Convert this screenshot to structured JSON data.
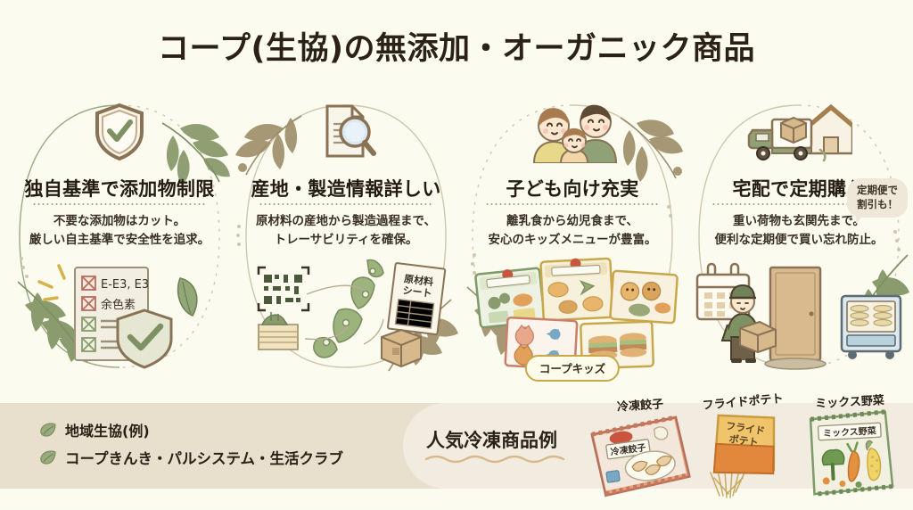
{
  "title": "コープ(生協)の無添加・オーガニック商品",
  "colors": {
    "background": "#fbfbf0",
    "bar": "#e8e0cc",
    "bar_inset": "#f2ece0",
    "text_dark": "#2b2117",
    "green": "#7d9163",
    "brown": "#8a7355",
    "gold": "#c9a84c"
  },
  "cards": [
    {
      "icon": "shield-check-icon",
      "title": "独自基準で添加物制限",
      "body_lines": [
        "不要な添加物はカット。",
        "厳しい自主基準で安全性を追求。"
      ],
      "art": "additive-checklist-art",
      "checklist_items": [
        "E-E3, E3",
        "余色素",
        "",
        ""
      ]
    },
    {
      "icon": "document-magnifier-icon",
      "title": "産地・製造情報詳しい",
      "body_lines": [
        "原材料の産地から製造過程まで、",
        "トレーサビリティを確保。"
      ],
      "art": "traceability-art",
      "art_label": "原材料シート"
    },
    {
      "icon": "family-icon",
      "title": "子ども向け充実",
      "body_lines": [
        "離乳食から幼児食まで、",
        "安心のキッズメニューが豊富。"
      ],
      "art": "kids-food-packages-art",
      "badge": "コープキッズ"
    },
    {
      "icon": "delivery-truck-house-icon",
      "title": "宅配で定期購入",
      "body_lines": [
        "重い荷物も玄関先まで。",
        "便利な定期便で買い忘れ防止。"
      ],
      "art": "home-delivery-art",
      "bubble_lines": [
        "定期便で",
        "割引も！"
      ]
    }
  ],
  "bottom": {
    "coop_rows": [
      {
        "icon": "leaf-icon",
        "label": "地域生協(例)"
      },
      {
        "icon": "leaf-icon",
        "label": "コープきんき・パルシステム・生活クラブ"
      }
    ],
    "frozen_title": "人気冷凍商品例",
    "products": [
      {
        "label": "冷凍餃子",
        "package_text": "冷凍餃子",
        "art": "gyoza-package-art"
      },
      {
        "label": "フライドポテト",
        "package_text": "フライド\nポテト",
        "package_line1": "フライド",
        "package_line2": "ポテト",
        "art": "fries-package-art"
      },
      {
        "label": "ミックス野菜",
        "package_text": "ミックス野菜",
        "art": "mixed-vegetables-package-art"
      }
    ]
  }
}
